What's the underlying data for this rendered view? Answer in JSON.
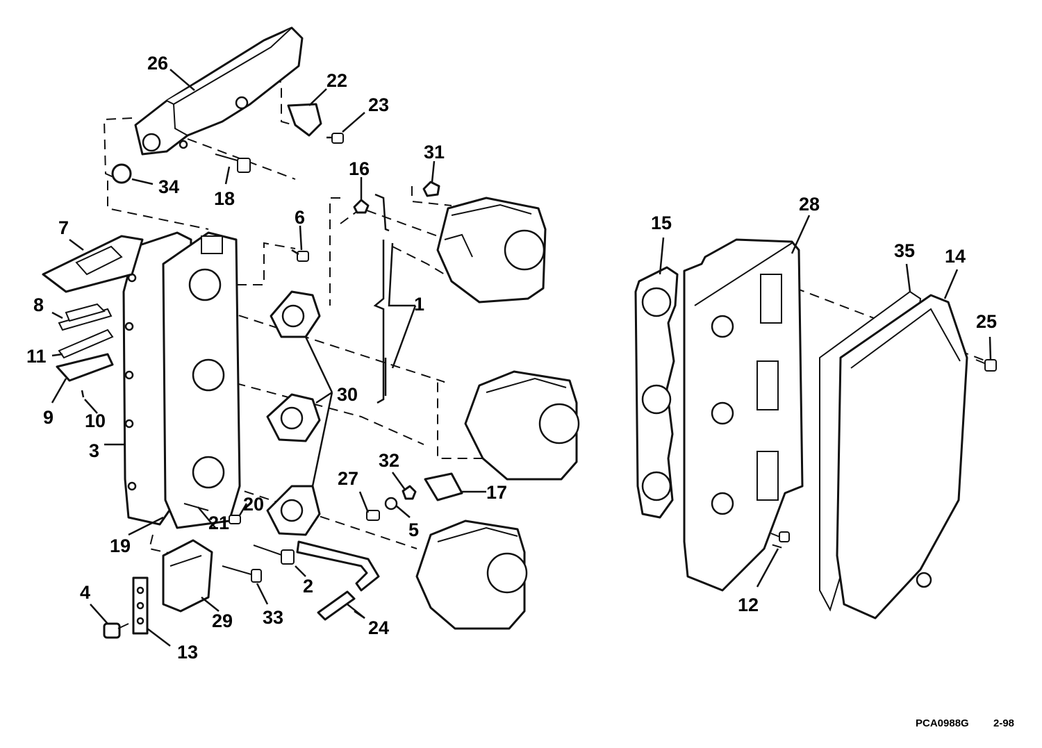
{
  "figure": {
    "code": "PCA0988G",
    "page": "2-98"
  },
  "callouts": [
    "1",
    "2",
    "3",
    "4",
    "5",
    "6",
    "7",
    "8",
    "9",
    "10",
    "11",
    "12",
    "13",
    "14",
    "15",
    "16",
    "17",
    "18",
    "19",
    "20",
    "21",
    "22",
    "23",
    "24",
    "25",
    "26",
    "27",
    "28",
    "29",
    "30",
    "31",
    "32",
    "33",
    "34",
    "35"
  ],
  "colors": {
    "ink": "#111111",
    "paper": "#ffffff"
  }
}
